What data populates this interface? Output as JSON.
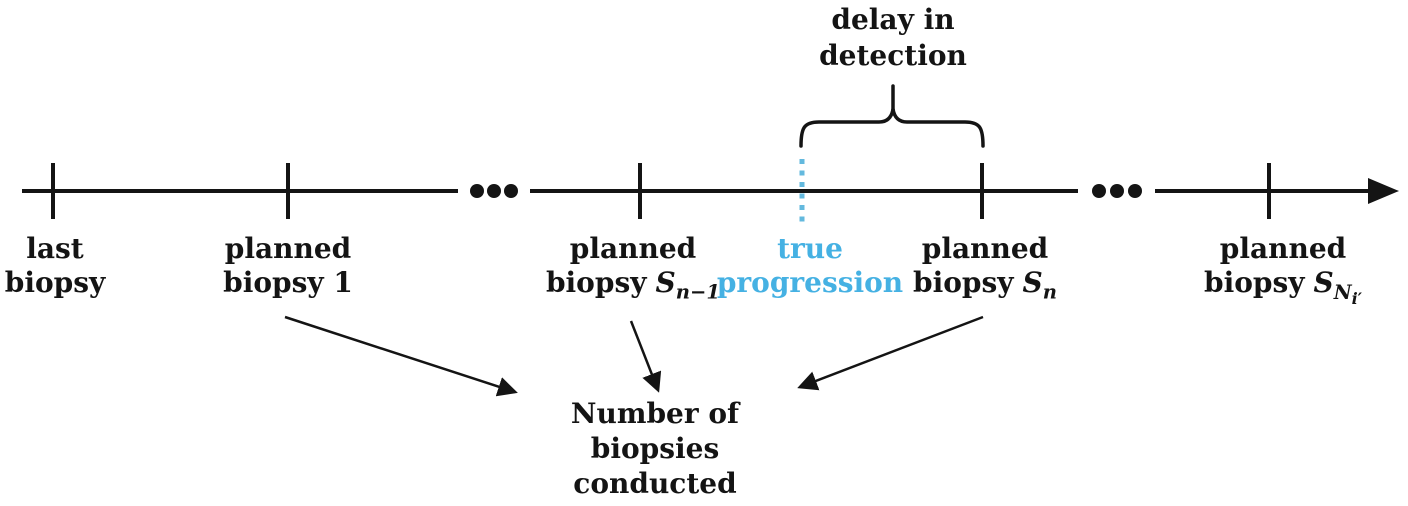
{
  "colors": {
    "ink": "#141414",
    "accent": "#45b1e3",
    "accent_line": "#63b9de"
  },
  "delay_label": {
    "line1": "delay in",
    "line2": "detection"
  },
  "timeline": {
    "labels": [
      {
        "name": "last-biopsy",
        "line1": "last",
        "line2": "biopsy"
      },
      {
        "name": "planned-biopsy-1",
        "line1": "planned",
        "line2": "biopsy 1"
      },
      {
        "name": "planned-biopsy-s-n-1",
        "line1": "planned",
        "line2": "biopsy",
        "sym": "S",
        "sub": "n−1"
      },
      {
        "name": "true-progression",
        "line1": "true",
        "line2": "progression"
      },
      {
        "name": "planned-biopsy-s-n",
        "line1": "planned",
        "line2": "biopsy",
        "sym": "S",
        "sub": "n"
      },
      {
        "name": "planned-biopsy-s-N-i",
        "line1": "planned",
        "line2": "biopsy",
        "sym": "S",
        "sub": "N",
        "subsub": "i′"
      }
    ],
    "icons": {
      "ellipsis_dots": "•••",
      "arrowhead": "➤"
    }
  },
  "outcome_label": {
    "line1": "Number of",
    "line2": "biopsies",
    "line3": "conducted"
  }
}
